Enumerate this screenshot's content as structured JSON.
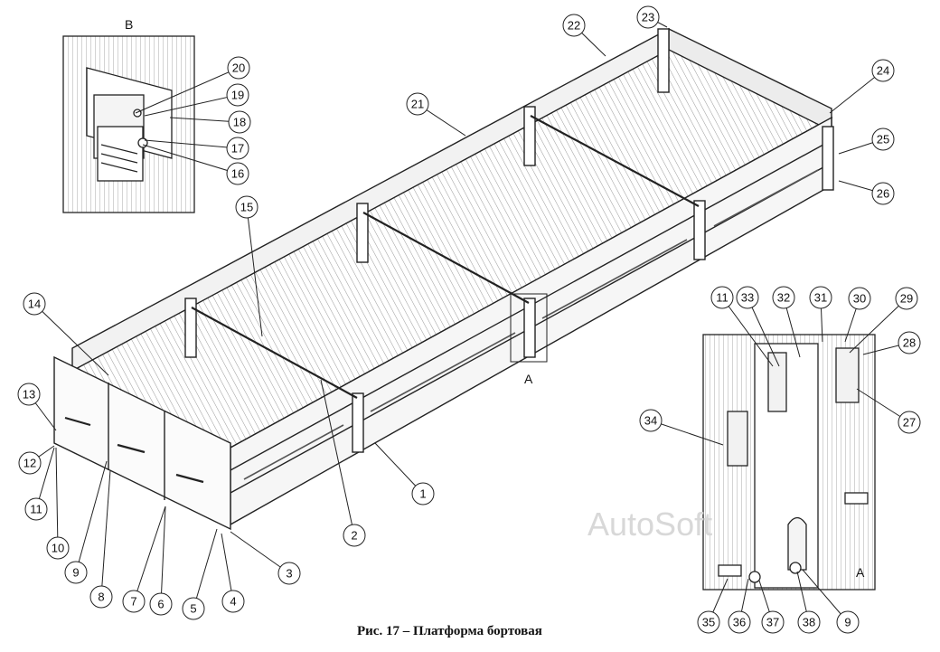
{
  "caption": "Рис. 17 – Платформа бортовая",
  "watermark": "AutoSoft",
  "view_labels": {
    "inset_b": "B",
    "inset_a": "A",
    "marker_a": "A"
  },
  "callouts": [
    "1",
    "2",
    "3",
    "4",
    "5",
    "6",
    "7",
    "8",
    "9",
    "10",
    "11",
    "12",
    "13",
    "14",
    "15",
    "16",
    "17",
    "18",
    "19",
    "20",
    "21",
    "22",
    "23",
    "24",
    "25",
    "26",
    "27",
    "28",
    "29",
    "30",
    "31",
    "32",
    "33",
    "34",
    "35",
    "36",
    "37",
    "38",
    "9",
    "11"
  ]
}
